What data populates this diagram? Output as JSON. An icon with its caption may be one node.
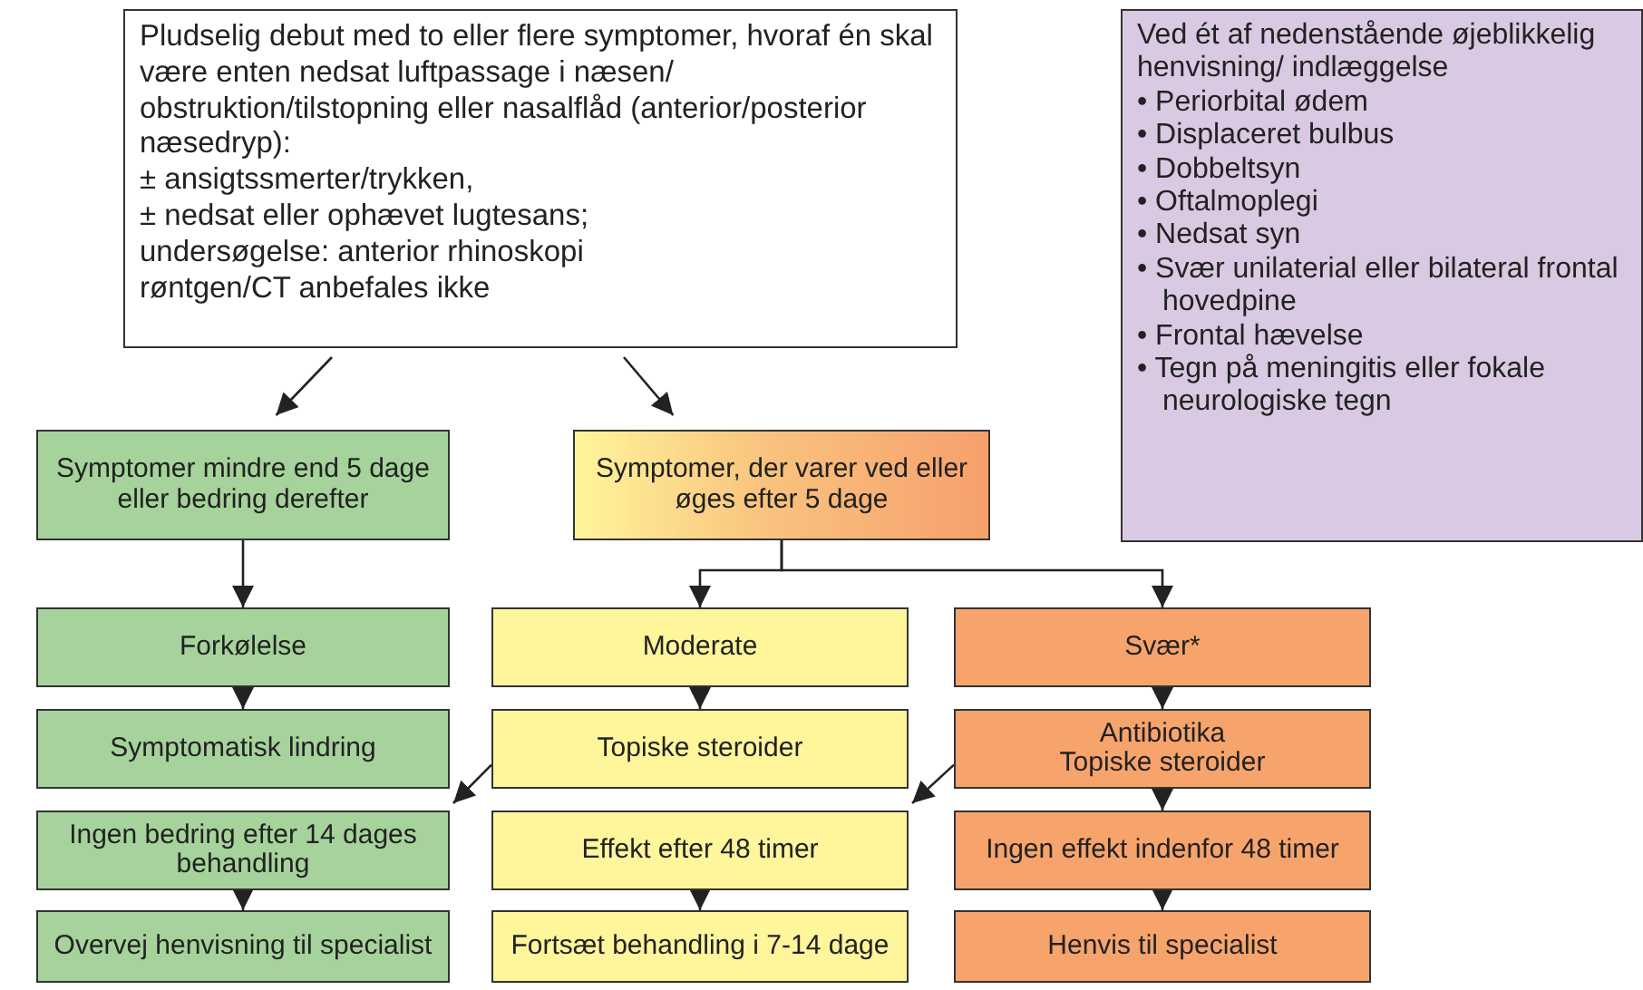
{
  "diagram": {
    "nodes": [
      {
        "text": [
          "Pludselig debut med to eller flere symptomer, hvoraf én skal være enten nedsat luftpassage i næsen/ obstruktion/tilstopning eller nasalflåd (anterior/posterior næsedryp):",
          "± ansigtssmerter/trykken,",
          "± nedsat eller ophævet lugtesans;",
          "undersøgelse: anterior rhinoskopi",
          "røntgen/CT anbefales ikke"
        ]
      },
      {
        "text": [
          "Ved ét af nedenstående øjeblikkelig henvisning/ indlæggelse",
          "• Periorbital ødem",
          "• Displaceret bulbus",
          "• Dobbeltsyn",
          "• Oftalmoplegi",
          "• Nedsat syn",
          "• Svær unilaterial eller bilateral frontal hovedpine",
          "• Frontal hævelse",
          "• Tegn på meningitis eller fokale neurologiske tegn"
        ]
      },
      {
        "text": [
          "Symptomer mindre end 5 dage eller bedring derefter"
        ]
      },
      {
        "text": [
          "Symptomer, der varer ved eller øges efter 5 dage"
        ]
      },
      {
        "text": [
          "Forkølelse"
        ]
      },
      {
        "text": [
          "Moderate"
        ]
      },
      {
        "text": [
          "Svær*"
        ]
      },
      {
        "text": [
          "Symptomatisk lindring"
        ]
      },
      {
        "text": [
          "Topiske steroider"
        ]
      },
      {
        "text": [
          "Antibiotika",
          "Topiske steroider"
        ]
      },
      {
        "text": [
          "Ingen bedring efter 14 dages behandling"
        ]
      },
      {
        "text": [
          "Effekt efter 48 timer"
        ]
      },
      {
        "text": [
          "Ingen effekt indenfor 48 timer"
        ]
      },
      {
        "text": [
          "Overvej henvisning til specialist"
        ]
      },
      {
        "text": [
          "Fortsæt behandling i 7-14 dage"
        ]
      },
      {
        "text": [
          "Henvis til specialist"
        ]
      }
    ],
    "edges": [
      {
        "from": 0,
        "to": 2,
        "arrow": "to"
      },
      {
        "from": 0,
        "to": 3,
        "arrow": "to"
      },
      {
        "from": 2,
        "to": 4,
        "arrow": "to"
      },
      {
        "from": 3,
        "to": 5,
        "arrow": "to"
      },
      {
        "from": 3,
        "to": 6,
        "arrow": "to"
      },
      {
        "from": 4,
        "to": 7,
        "arrow": "to"
      },
      {
        "from": 5,
        "to": 8,
        "arrow": "to"
      },
      {
        "from": 6,
        "to": 9,
        "arrow": "to"
      },
      {
        "from": 8,
        "to": 10,
        "arrow": "to"
      },
      {
        "from": 9,
        "to": 11,
        "arrow": "to"
      },
      {
        "from": 9,
        "to": 12,
        "arrow": "to"
      },
      {
        "from": 10,
        "to": 13,
        "arrow": "to"
      },
      {
        "from": 11,
        "to": 14,
        "arrow": "to"
      },
      {
        "from": 12,
        "to": 15,
        "arrow": "to"
      }
    ]
  }
}
